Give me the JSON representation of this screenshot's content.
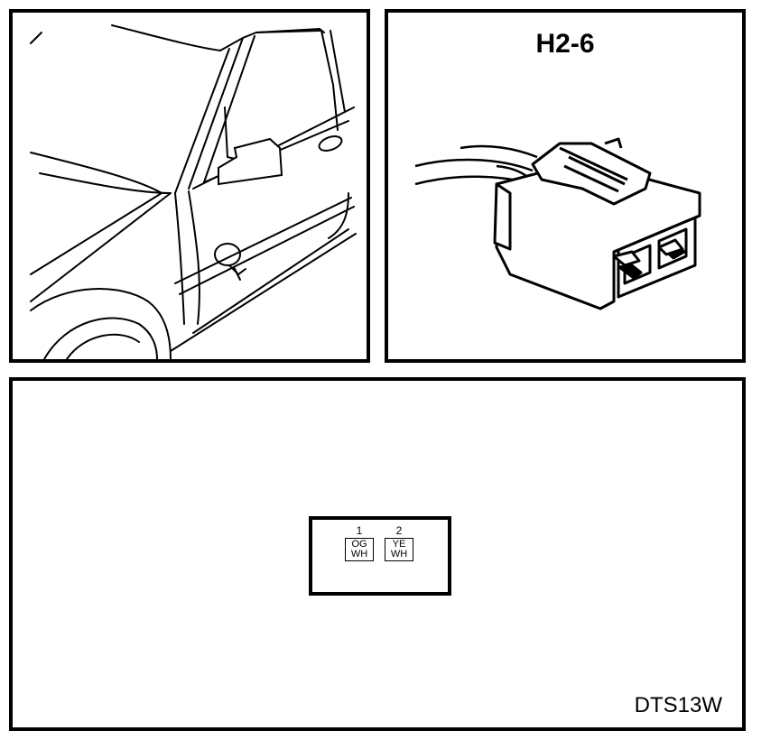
{
  "connector_panel": {
    "title": "H2-6"
  },
  "pin_panel": {
    "pins": [
      {
        "number": "1",
        "wire_color_top": "OG",
        "wire_color_bottom": "WH"
      },
      {
        "number": "2",
        "wire_color_top": "YE",
        "wire_color_bottom": "WH"
      }
    ]
  },
  "diagram_code": "DTS13W"
}
